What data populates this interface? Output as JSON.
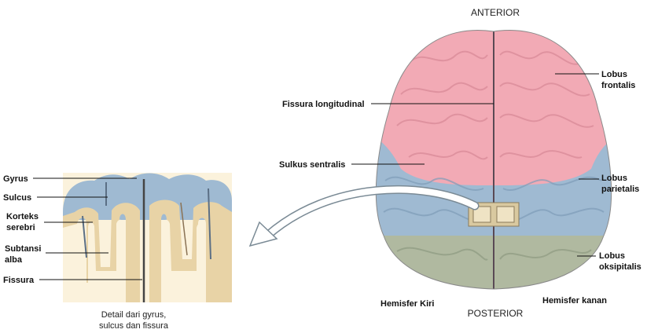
{
  "diagram": {
    "orientation": {
      "anterior": "ANTERIOR",
      "posterior": "POSTERIOR"
    },
    "brain_labels": {
      "fissura_longitudinal": "Fissura longitudinal",
      "sulkus_sentralis": "Sulkus sentralis",
      "lobus_frontalis": [
        "Lobus",
        "frontalis"
      ],
      "lobus_parietalis": [
        "Lobus",
        "parietalis"
      ],
      "lobus_oksipitalis": [
        "Lobus",
        "oksipitalis"
      ],
      "hemisfer_kiri": "Hemisfer Kiri",
      "hemisfer_kanan": "Hemisfer kanan"
    },
    "detail_labels": {
      "gyrus": "Gyrus",
      "sulcus": "Sulcus",
      "korteks_serebri": [
        "Korteks",
        "serebri"
      ],
      "subtansi_alba": [
        "Subtansi",
        "alba"
      ],
      "fissura": "Fissura"
    },
    "detail_caption": [
      "Detail dari gyrus,",
      "sulcus dan fissura"
    ],
    "colors": {
      "frontal": "#f2aab5",
      "parietal": "#9fbad2",
      "occipital": "#a9b59a",
      "gray_matter": "#e8d3a6",
      "white_matter": "#fbf2dc",
      "arrow": "#ffffff"
    }
  }
}
